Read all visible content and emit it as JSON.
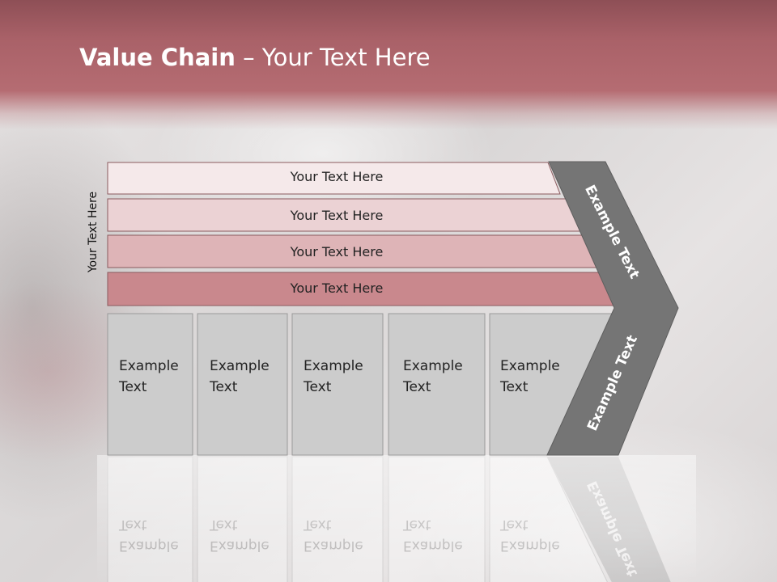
{
  "title": {
    "bold": "Value Chain",
    "rest": " – Your Text Here"
  },
  "side_label": "Your Text Here",
  "bars": [
    {
      "label": "Your Text Here",
      "fill": "#f5e9ea"
    },
    {
      "label": "Your Text Here",
      "fill": "#ebd2d4"
    },
    {
      "label": "Your Text Here",
      "fill": "#deb4b7"
    },
    {
      "label": "Your Text Here",
      "fill": "#c9888d"
    }
  ],
  "activities": [
    {
      "line1": "Example",
      "line2": "Text"
    },
    {
      "line1": "Example",
      "line2": "Text"
    },
    {
      "line1": "Example",
      "line2": "Text"
    },
    {
      "line1": "Example",
      "line2": "Text"
    },
    {
      "line1": "Example",
      "line2": "Text"
    }
  ],
  "chevron": {
    "upper": "Example Text",
    "lower": "Example Text",
    "fill": "#757575"
  },
  "colors": {
    "header": "#b06a70",
    "box_fill": "#cccccc",
    "box_stroke": "#9a9a9a"
  }
}
